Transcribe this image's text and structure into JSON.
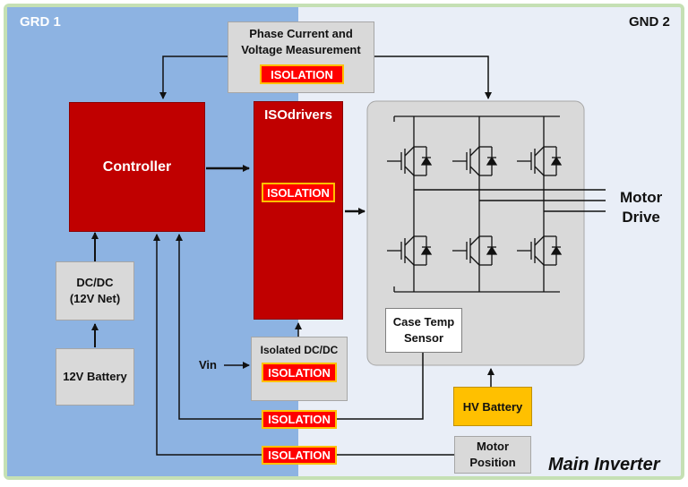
{
  "zones": {
    "left_label": "GRD 1",
    "right_label": "GND 2",
    "left_color": "#8db3e2",
    "right_color": "#e9eef7",
    "border_color": "#c5e0b4"
  },
  "blocks": {
    "phase_measurement": {
      "line1": "Phase Current and",
      "line2": "Voltage Measurement",
      "isolation": "ISOLATION"
    },
    "controller": {
      "label": "Controller"
    },
    "isodrivers": {
      "label": "ISOdrivers",
      "isolation": "ISOLATION"
    },
    "dcdc": {
      "line1": "DC/DC",
      "line2": "(12V Net)"
    },
    "battery_12v": {
      "label": "12V Battery"
    },
    "isolated_dcdc": {
      "label": "Isolated DC/DC",
      "isolation": "ISOLATION"
    },
    "vin": {
      "label": "Vin"
    },
    "case_temp_sensor": {
      "line1": "Case Temp",
      "line2": "Sensor"
    },
    "hv_battery": {
      "label": "HV Battery"
    },
    "motor_position": {
      "line1": "Motor",
      "line2": "Position"
    },
    "motor_drive": {
      "line1": "Motor",
      "line2": "Drive"
    },
    "isolation_temp": "ISOLATION",
    "isolation_position": "ISOLATION"
  },
  "title": "Main Inverter",
  "colors": {
    "red_block": "#c00000",
    "isolation_fill": "#ff0000",
    "isolation_border": "#ffc000",
    "hv_battery": "#ffc000",
    "gray_block": "#d9d9d9"
  }
}
